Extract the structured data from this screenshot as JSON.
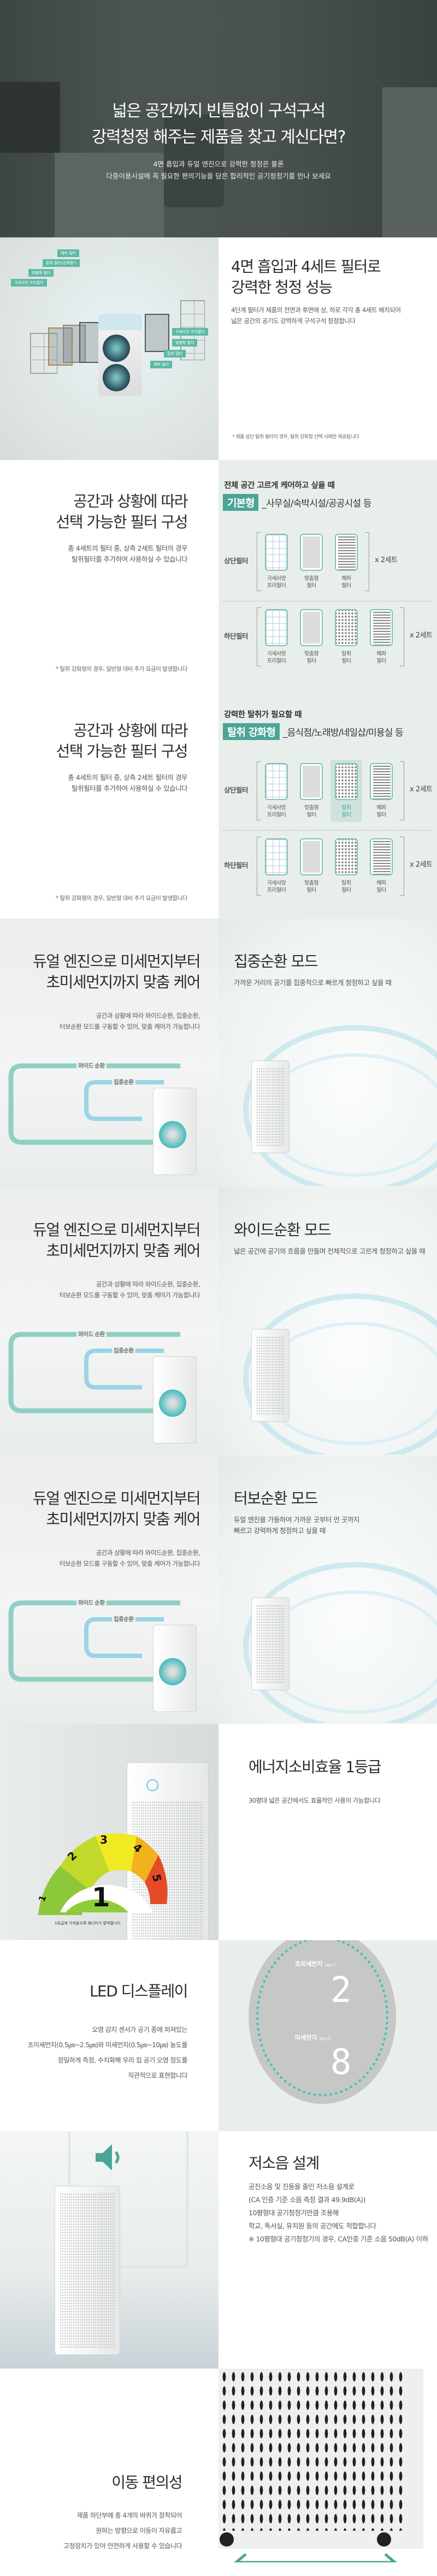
{
  "colors": {
    "accent": "#4aa597",
    "hero_bg": "#4a5250",
    "panel_bg": "#e8efea"
  },
  "hero": {
    "title": [
      "넓은 공간까지 빈틈없이 구석구석",
      "강력청정 해주는 제품을 찾고 계신다면?"
    ],
    "subtitle": [
      "4면 흡입과 듀얼 엔진으로 강력한 청정은 물론",
      "다중이용시설에 꼭 필요한 편의기능을 담은 합리적인 공기청정기를 만나 보세요"
    ]
  },
  "four_side": {
    "image_labels_left": [
      "헤파 필터",
      "탈취 필터(강화형*)",
      "맞춤형 필터",
      "극세사망 프리필터"
    ],
    "image_labels_right": [
      "극세사망 프리필터",
      "맞춤형 필터",
      "탈취 필터",
      "헤파 필터"
    ],
    "title": [
      "4면 흡입과 4세트 필터로",
      "강력한 청정 성능"
    ],
    "desc": [
      "4단계 필터가 제품의 전면과 후면에 상, 하로 각각 총 4세트 배치되어",
      "넓은 공간의 공기도 강력하게 구석구석 청정합니다"
    ],
    "note": "* 제품 상단 탈취 필터의 경우, 탈취 강화형 선택 시에만 제공됩니다"
  },
  "filter_sections": [
    {
      "title": [
        "공간과 상황에 따라",
        "선택 가능한 필터 구성"
      ],
      "desc": [
        "총 4세트의 필터 중, 상측 2세트 필터의 경우",
        "탈취필터를 추가하여 사용하실 수 있습니다"
      ],
      "note": "* 탈취 강화형의 경우, 일반형 대비 추가 요금이 발생합니다",
      "panel": {
        "heading": "전체 공간 고르게 케어하고 싶을 때",
        "badge": "기본형",
        "usage": "_사무실/숙박시설/공공시설 등",
        "rows": [
          {
            "label": "상단필터",
            "multiplier": "x 2세트",
            "items": [
              {
                "name": [
                  "극세사망",
                  "프리필터"
                ],
                "type": "mesh"
              },
              {
                "name": [
                  "맞춤형",
                  "필터"
                ],
                "type": "custom"
              },
              {
                "name": [
                  "헤파",
                  "필터"
                ],
                "type": "lines"
              }
            ]
          },
          {
            "label": "하단필터",
            "multiplier": "x 2세트",
            "items": [
              {
                "name": [
                  "극세사망",
                  "프리필터"
                ],
                "type": "mesh"
              },
              {
                "name": [
                  "맞춤형",
                  "필터"
                ],
                "type": "custom"
              },
              {
                "name": [
                  "탈취",
                  "필터"
                ],
                "type": "dots"
              },
              {
                "name": [
                  "헤파",
                  "필터"
                ],
                "type": "lines"
              }
            ]
          }
        ]
      }
    },
    {
      "title": [
        "공간과 상황에 따라",
        "선택 가능한 필터 구성"
      ],
      "desc": [
        "총 4세트의 필터 중, 상측 2세트 필터의 경우",
        "탈취필터를 추가하여 사용하실 수 있습니다"
      ],
      "note": "* 탈취 강화형의 경우, 일반형 대비 추가 요금이 발생합니다",
      "panel": {
        "heading": "강력한 탈취가 필요할 때",
        "badge": "탈취 강화형",
        "usage": "_음식점/노래방/네일샵/미용실 등",
        "rows": [
          {
            "label": "상단필터",
            "multiplier": "x 2세트",
            "items": [
              {
                "name": [
                  "극세사망",
                  "프리필터"
                ],
                "type": "mesh"
              },
              {
                "name": [
                  "맞춤형",
                  "필터"
                ],
                "type": "custom"
              },
              {
                "name": [
                  "탈취",
                  "필터"
                ],
                "type": "dots",
                "highlight": true
              },
              {
                "name": [
                  "헤파",
                  "필터"
                ],
                "type": "lines"
              }
            ]
          },
          {
            "label": "하단필터",
            "multiplier": "x 2세트",
            "items": [
              {
                "name": [
                  "극세사망",
                  "프리필터"
                ],
                "type": "mesh"
              },
              {
                "name": [
                  "맞춤형",
                  "필터"
                ],
                "type": "custom"
              },
              {
                "name": [
                  "탈취",
                  "필터"
                ],
                "type": "dots"
              },
              {
                "name": [
                  "헤파",
                  "필터"
                ],
                "type": "lines"
              }
            ]
          }
        ]
      }
    }
  ],
  "modes_common": {
    "title": [
      "듀얼 엔진으로 미세먼지부터",
      "초미세먼지까지 맞춤 케어"
    ],
    "desc": [
      "공간과 상황에 따라 와이드순환, 집중순환,",
      "터보순환 모드를 구동할 수 있어, 맞춤 케어가 가능합니다"
    ],
    "wide_label": "와이드 순환",
    "focus_label": "집중순환"
  },
  "modes": [
    {
      "title": "집중순환 모드",
      "desc": [
        "가까운 거리의 공기를 집중적으로 빠르게 청정하고 싶을 때"
      ]
    },
    {
      "title": "와이드순환 모드",
      "desc": [
        "넓은 공간에 공기의 흐름을 만들며  전체적으로 고르게 청정하고 싶을 때"
      ]
    },
    {
      "title": "터보순환 모드",
      "desc": [
        "듀얼 엔진을 가동하여 가까운 곳부터 먼 곳까지",
        "빠르고 강력하게 청정하고 싶을 때"
      ]
    }
  ],
  "energy": {
    "title": "에너지소비효율 1등급",
    "desc": "30평대 넓은 공간에서도 효율적인 사용이 가능합니다",
    "gauge_grades": [
      "1",
      "2",
      "3",
      "4",
      "5"
    ],
    "gauge_current": "1",
    "gauge_caption": "1등급에 가까울수록 에너지가 절약됩니다"
  },
  "led": {
    "title": "LED 디스플레이",
    "desc": [
      "오염 감지 센서가 공기 중에 퍼져있는",
      "초미세먼지(0.5㎛~2.5㎛)와 미세먼지(0.5㎛~10㎛) 농도를",
      "정밀하게 측정, 수치화해 우리 집 공기 오염 정도를",
      "직관적으로 표현합니다"
    ],
    "display": {
      "pm25_label": "초미세먼지",
      "pm10_label": "미세먼지",
      "unit": "(㎍/㎥)",
      "pm25_value": "2",
      "pm10_value": "8"
    }
  },
  "noise": {
    "title": "저소음 설계",
    "desc": [
      "공진소음 및 진동을 줄인 저소음 설계로",
      "(CA 인증 기준 소음 측정 결과 49.9dB(A))",
      "10평형대 공기청정기만큼 조용해",
      "학교, 독서실, 유치원 등의 공간에도 적합합니다",
      "※ 10평형대 공기청정기의 경우, CA인증 기준 소음 50dB(A) 이하"
    ]
  },
  "mobility": {
    "title": "이동 편의성",
    "desc": [
      "제품 하단부에 총 4개의 바퀴가 장착되어",
      "원하는 방향으로 이동이 자유롭고",
      "고정장치가 있어 안전하게 사용할 수 있습니다"
    ]
  }
}
